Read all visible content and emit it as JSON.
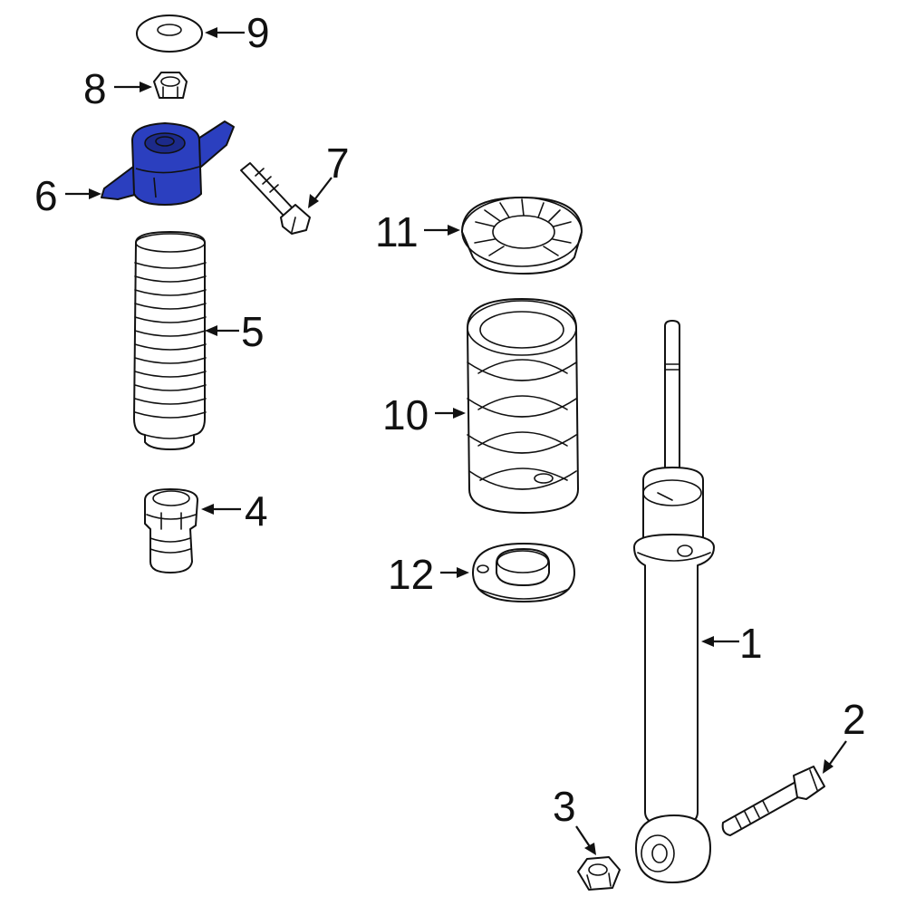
{
  "colors": {
    "highlight": "#2b3fbf",
    "highlight_dark": "#1c2a8a",
    "line": "#111111",
    "background": "#ffffff"
  },
  "callouts": {
    "c1": "1",
    "c2": "2",
    "c3": "3",
    "c4": "4",
    "c5": "5",
    "c6": "6",
    "c7": "7",
    "c8": "8",
    "c9": "9",
    "c10": "10",
    "c11": "11",
    "c12": "12"
  },
  "highlighted_part": "6"
}
